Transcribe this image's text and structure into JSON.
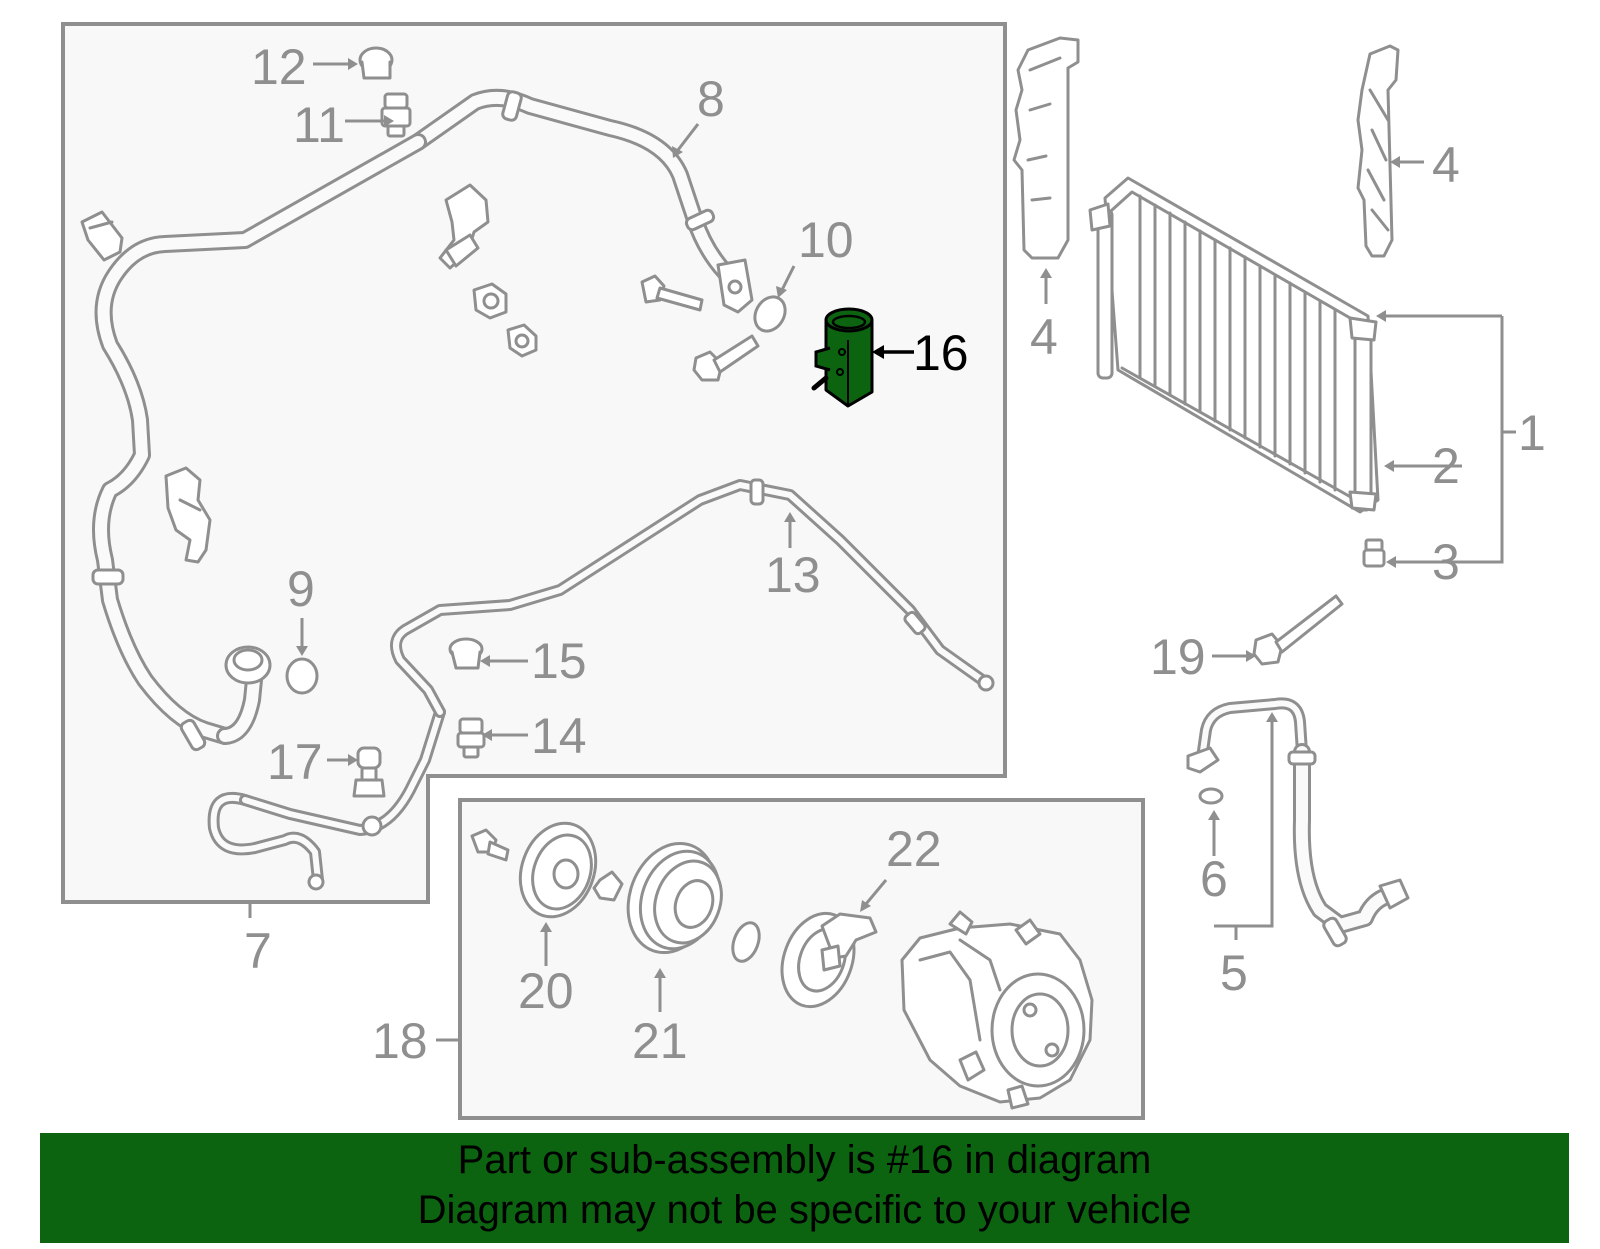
{
  "highlight_color": "#0c6410",
  "callouts": {
    "c1": "1",
    "c2": "2",
    "c3": "3",
    "c4a": "4",
    "c4b": "4",
    "c5": "5",
    "c6": "6",
    "c7": "7",
    "c8": "8",
    "c9": "9",
    "c10": "10",
    "c11": "11",
    "c12": "12",
    "c13": "13",
    "c14": "14",
    "c15": "15",
    "c16": "16",
    "c17": "17",
    "c18": "18",
    "c19": "19",
    "c20": "20",
    "c21": "21",
    "c22": "22"
  },
  "banner": {
    "line1": "Part or sub-assembly is #16 in diagram",
    "line2": "Diagram may not be specific to your vehicle"
  }
}
